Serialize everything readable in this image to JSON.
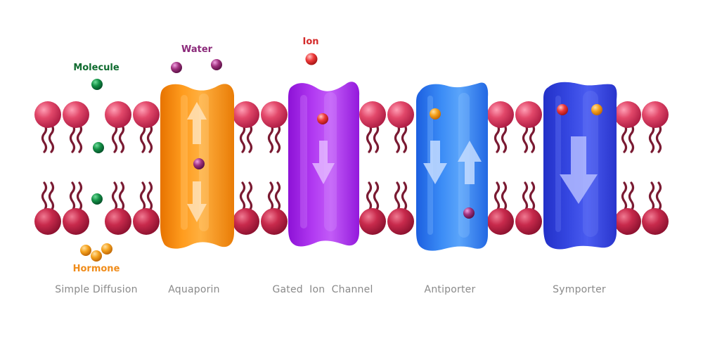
{
  "labels": {
    "molecule": "Molecule",
    "water": "Water",
    "ion": "Ion",
    "hormone": "Hormone"
  },
  "captions": {
    "simple_diffusion": "Simple Diffusion",
    "aquaporin": "Aquaporin",
    "gated_ion_channel": "Gated  Ion  Channel",
    "antiporter": "Antiporter",
    "symporter": "Symporter"
  },
  "stock_id": "125206321",
  "colors": {
    "phospholipid_head": "#d63b5e",
    "phospholipid_head_lower": "#b81f3f",
    "phospholipid_tail": "#7a1a32",
    "aquaporin": "#f5890d",
    "gated_ion_channel": "#a21ee8",
    "antiporter": "#1f6fe6",
    "symporter": "#2a3fd6",
    "molecule": "#0e7a3a",
    "water": "#9a2a7a",
    "ion": "#e8323a",
    "hormone": "#f39a1f",
    "molecule_label": "#0f6b2f",
    "water_label": "#8b2a7a",
    "ion_label": "#d42a2a",
    "hormone_label": "#f08c1a",
    "caption": "#8a8a8a"
  }
}
